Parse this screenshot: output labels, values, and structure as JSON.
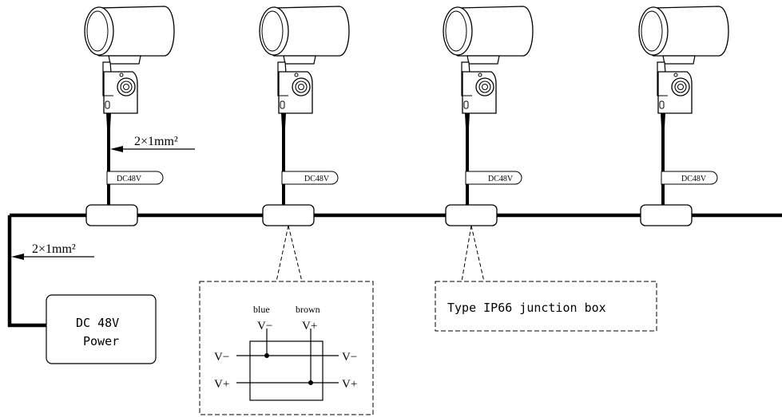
{
  "wire_spec": {
    "top": "2×1mm²",
    "left": "2×1mm²"
  },
  "fixture_tag": "DC48V",
  "power_box": {
    "line1": "DC 48V",
    "line2": "Power"
  },
  "junction_callout": "Type IP66 junction box",
  "detail": {
    "blue_label": "blue",
    "brown_label": "brown",
    "top_minus": "V−",
    "top_plus": "V+",
    "left_minus": "V−",
    "left_plus": "V+",
    "right_minus": "V−",
    "right_plus": "V+"
  },
  "colors": {
    "line": "#000000",
    "background": "#ffffff"
  }
}
